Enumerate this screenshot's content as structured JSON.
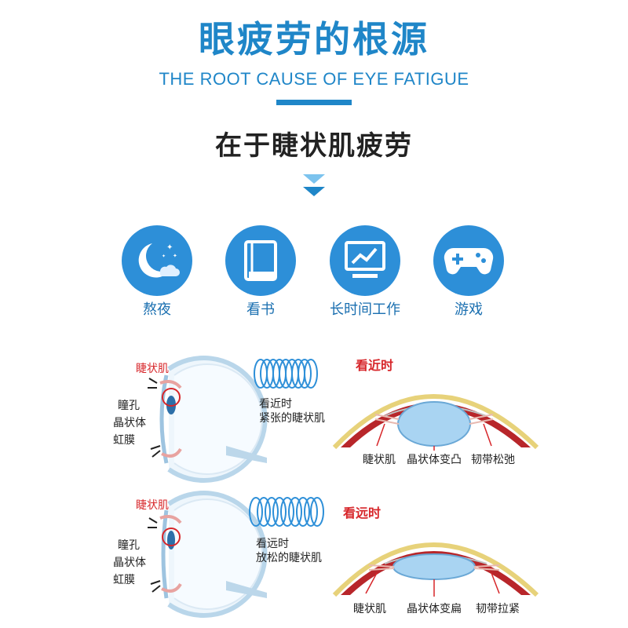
{
  "header": {
    "title": "眼疲劳的根源",
    "subtitle": "THE ROOT CAUSE OF EYE FATIGUE",
    "headline": "在于睫状肌疲劳"
  },
  "causes": [
    {
      "label": "熬夜",
      "icon": "moon-stars-icon"
    },
    {
      "label": "看书",
      "icon": "book-icon"
    },
    {
      "label": "长时间工作",
      "icon": "monitor-chart-icon"
    },
    {
      "label": "游戏",
      "icon": "gamepad-icon"
    }
  ],
  "near": {
    "eye_muscle_label": "睫状肌",
    "pupil": "瞳孔",
    "lens": "晶状体",
    "iris": "虹膜",
    "spring_caption_1": "看近时",
    "spring_caption_2": "紧张的睫状肌",
    "heading": "看近时",
    "diagram_labels": [
      "睫状肌",
      "晶状体变凸",
      "韧带松弛"
    ]
  },
  "far": {
    "eye_muscle_label": "睫状肌",
    "pupil": "瞳孔",
    "lens": "晶状体",
    "iris": "虹膜",
    "spring_caption_1": "看远时",
    "spring_caption_2": "放松的睫状肌",
    "heading": "看远时",
    "diagram_labels": [
      "睫状肌",
      "晶状体变扁",
      "韧带拉紧"
    ]
  },
  "colors": {
    "brand_blue": "#1f86c8",
    "icon_blue": "#2d8fd8",
    "alert_red": "#d7262a"
  }
}
